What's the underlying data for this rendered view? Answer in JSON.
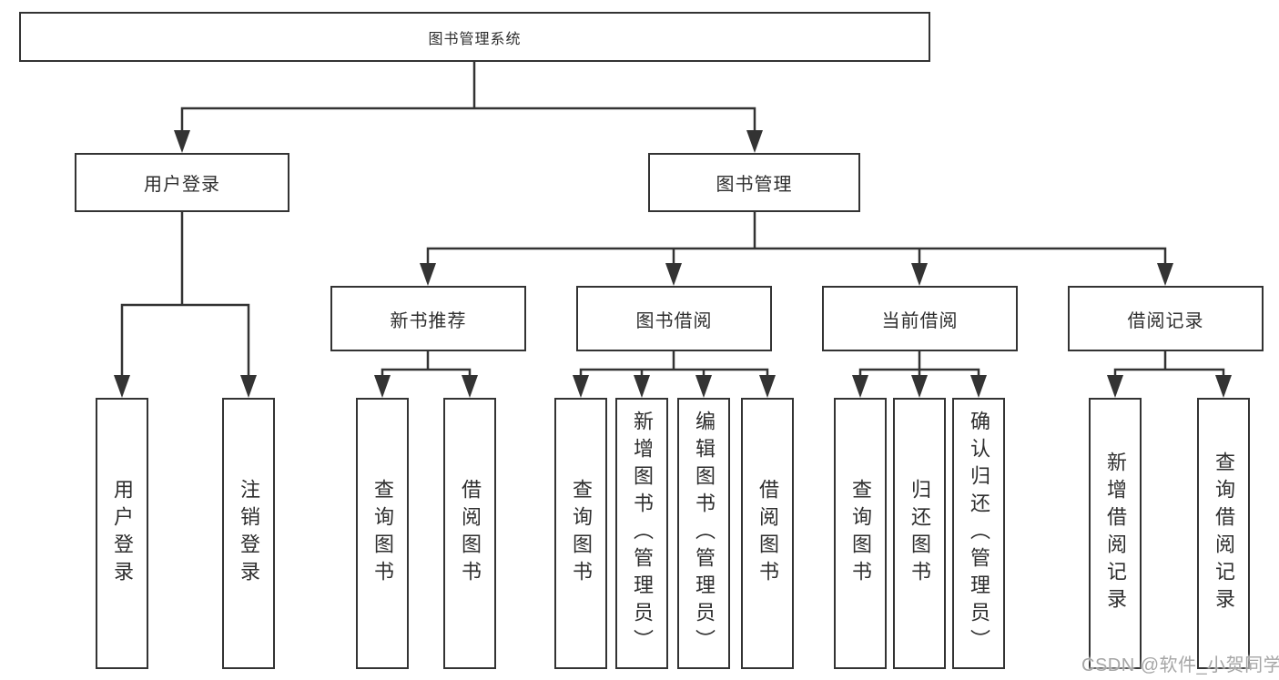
{
  "diagram": {
    "root": {
      "label": "图书管理系统"
    },
    "level2": [
      {
        "label": "用户登录"
      },
      {
        "label": "图书管理"
      }
    ],
    "level3": [
      {
        "label": "新书推荐"
      },
      {
        "label": "图书借阅"
      },
      {
        "label": "当前借阅"
      },
      {
        "label": "借阅记录"
      }
    ],
    "leaves": [
      {
        "label": "用户登录"
      },
      {
        "label": "注销登录"
      },
      {
        "label": "查询图书"
      },
      {
        "label": "借阅图书"
      },
      {
        "label": "查询图书"
      },
      {
        "label": "新增图书（管理员）"
      },
      {
        "label": "编辑图书（管理员）"
      },
      {
        "label": "借阅图书"
      },
      {
        "label": "查询图书"
      },
      {
        "label": "归还图书"
      },
      {
        "label": "确认归还（管理员）"
      },
      {
        "label": "新增借阅记录"
      },
      {
        "label": "查询借阅记录"
      }
    ],
    "watermark": "CSDN @软件_小贺同学",
    "colors": {
      "line": "#333333",
      "text": "#2e2e2e",
      "watermark": "#a6a6a6",
      "background": "#ffffff"
    }
  }
}
